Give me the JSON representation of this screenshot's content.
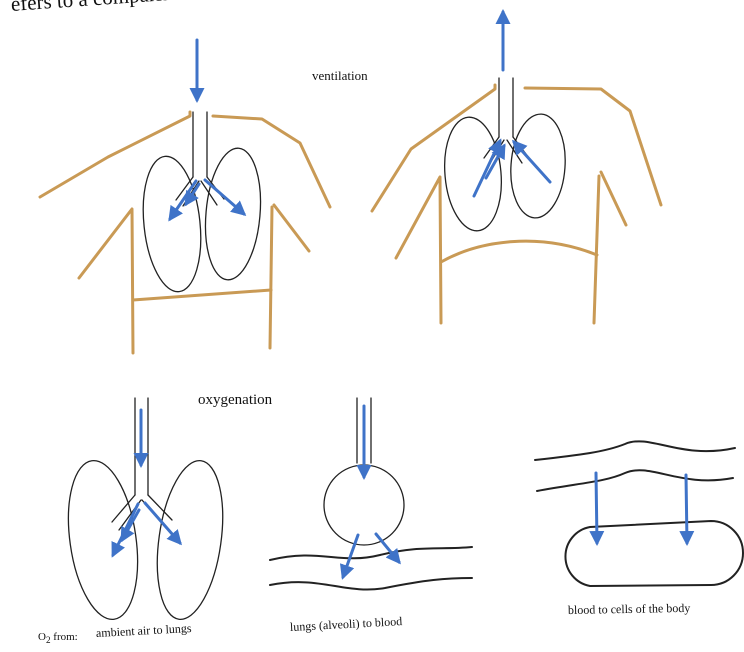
{
  "header_text": "efers to a comparison",
  "labels": {
    "ventilation": "ventilation",
    "oxygenation": "oxygenation",
    "o2_from": "O",
    "o2_sub": "2",
    "o2_suffix": " from:",
    "ambient_air_to_lungs": "ambient air to lungs",
    "lungs_alveoli_to_blood": "lungs (alveoli) to blood",
    "blood_to_cells": "blood to cells of the body"
  },
  "colors": {
    "body_outline": "#c99a55",
    "arrow": "#3f73c8",
    "line": "#222222"
  }
}
